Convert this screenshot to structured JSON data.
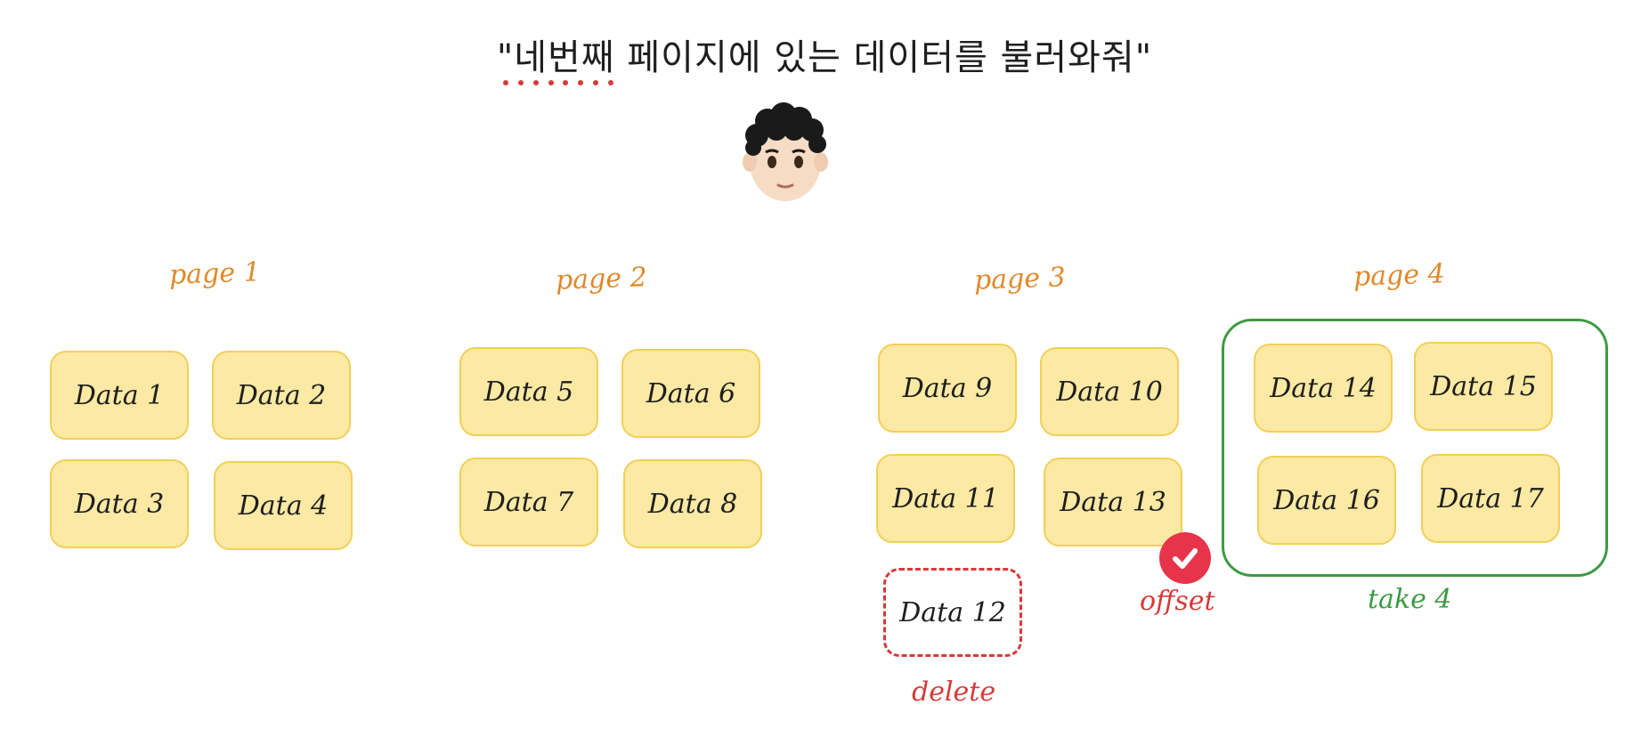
{
  "title": "\"네번째 페이지에 있는 데이터를 불러와줘\"",
  "pages": [
    {
      "label": "page 1",
      "items": [
        "Data 1",
        "Data 2",
        "Data 3",
        "Data 4"
      ]
    },
    {
      "label": "page 2",
      "items": [
        "Data 5",
        "Data 6",
        "Data 7",
        "Data 8"
      ]
    },
    {
      "label": "page 3",
      "items": [
        "Data 9",
        "Data 10",
        "Data 11",
        "Data 13"
      ]
    },
    {
      "label": "page 4",
      "items": [
        "Data 14",
        "Data 15",
        "Data 16",
        "Data 17"
      ]
    }
  ],
  "deleted_item": "Data 12",
  "annotations": {
    "delete": "delete",
    "offset": "offset",
    "take": "take 4"
  },
  "icons": {
    "person": "boy-face-icon",
    "check": "check-circle-icon"
  },
  "colors": {
    "card_fill": "#fbe9a4",
    "card_border": "#f2cf57",
    "page_label": "#e0892b",
    "red": "#d63a3a",
    "green": "#3d9a43",
    "check": "#e8344a"
  }
}
